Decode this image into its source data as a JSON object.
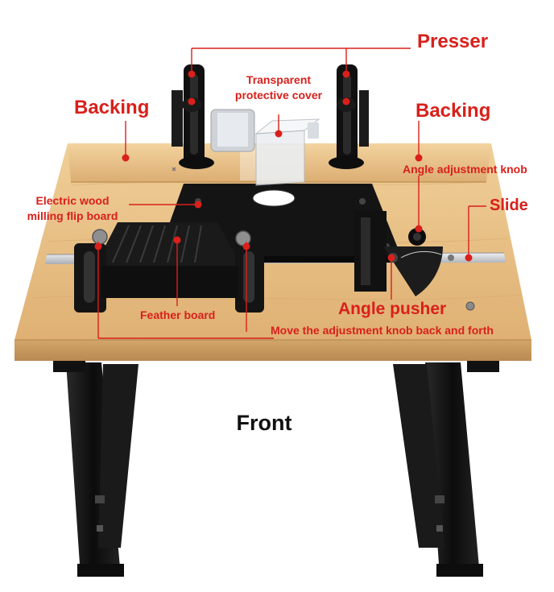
{
  "labels": {
    "presser": "Presser",
    "transparent_cover": "Transparent\nprotective cover",
    "backing_left": "Backing",
    "backing_right": "Backing",
    "angle_knob": "Angle adjustment knob",
    "flip_board": "Electric wood\nmilling flip board",
    "slide": "Slide",
    "feather_board": "Feather board",
    "angle_pusher": "Angle pusher",
    "move_knob": "Move the adjustment knob back and forth"
  },
  "caption": "Front",
  "colors": {
    "label_red": "#d9201b",
    "table_wood": "#e2b678",
    "table_edge": "#c89a60",
    "metal_black": "#151515",
    "slide_silver": "#c9ccd0"
  }
}
